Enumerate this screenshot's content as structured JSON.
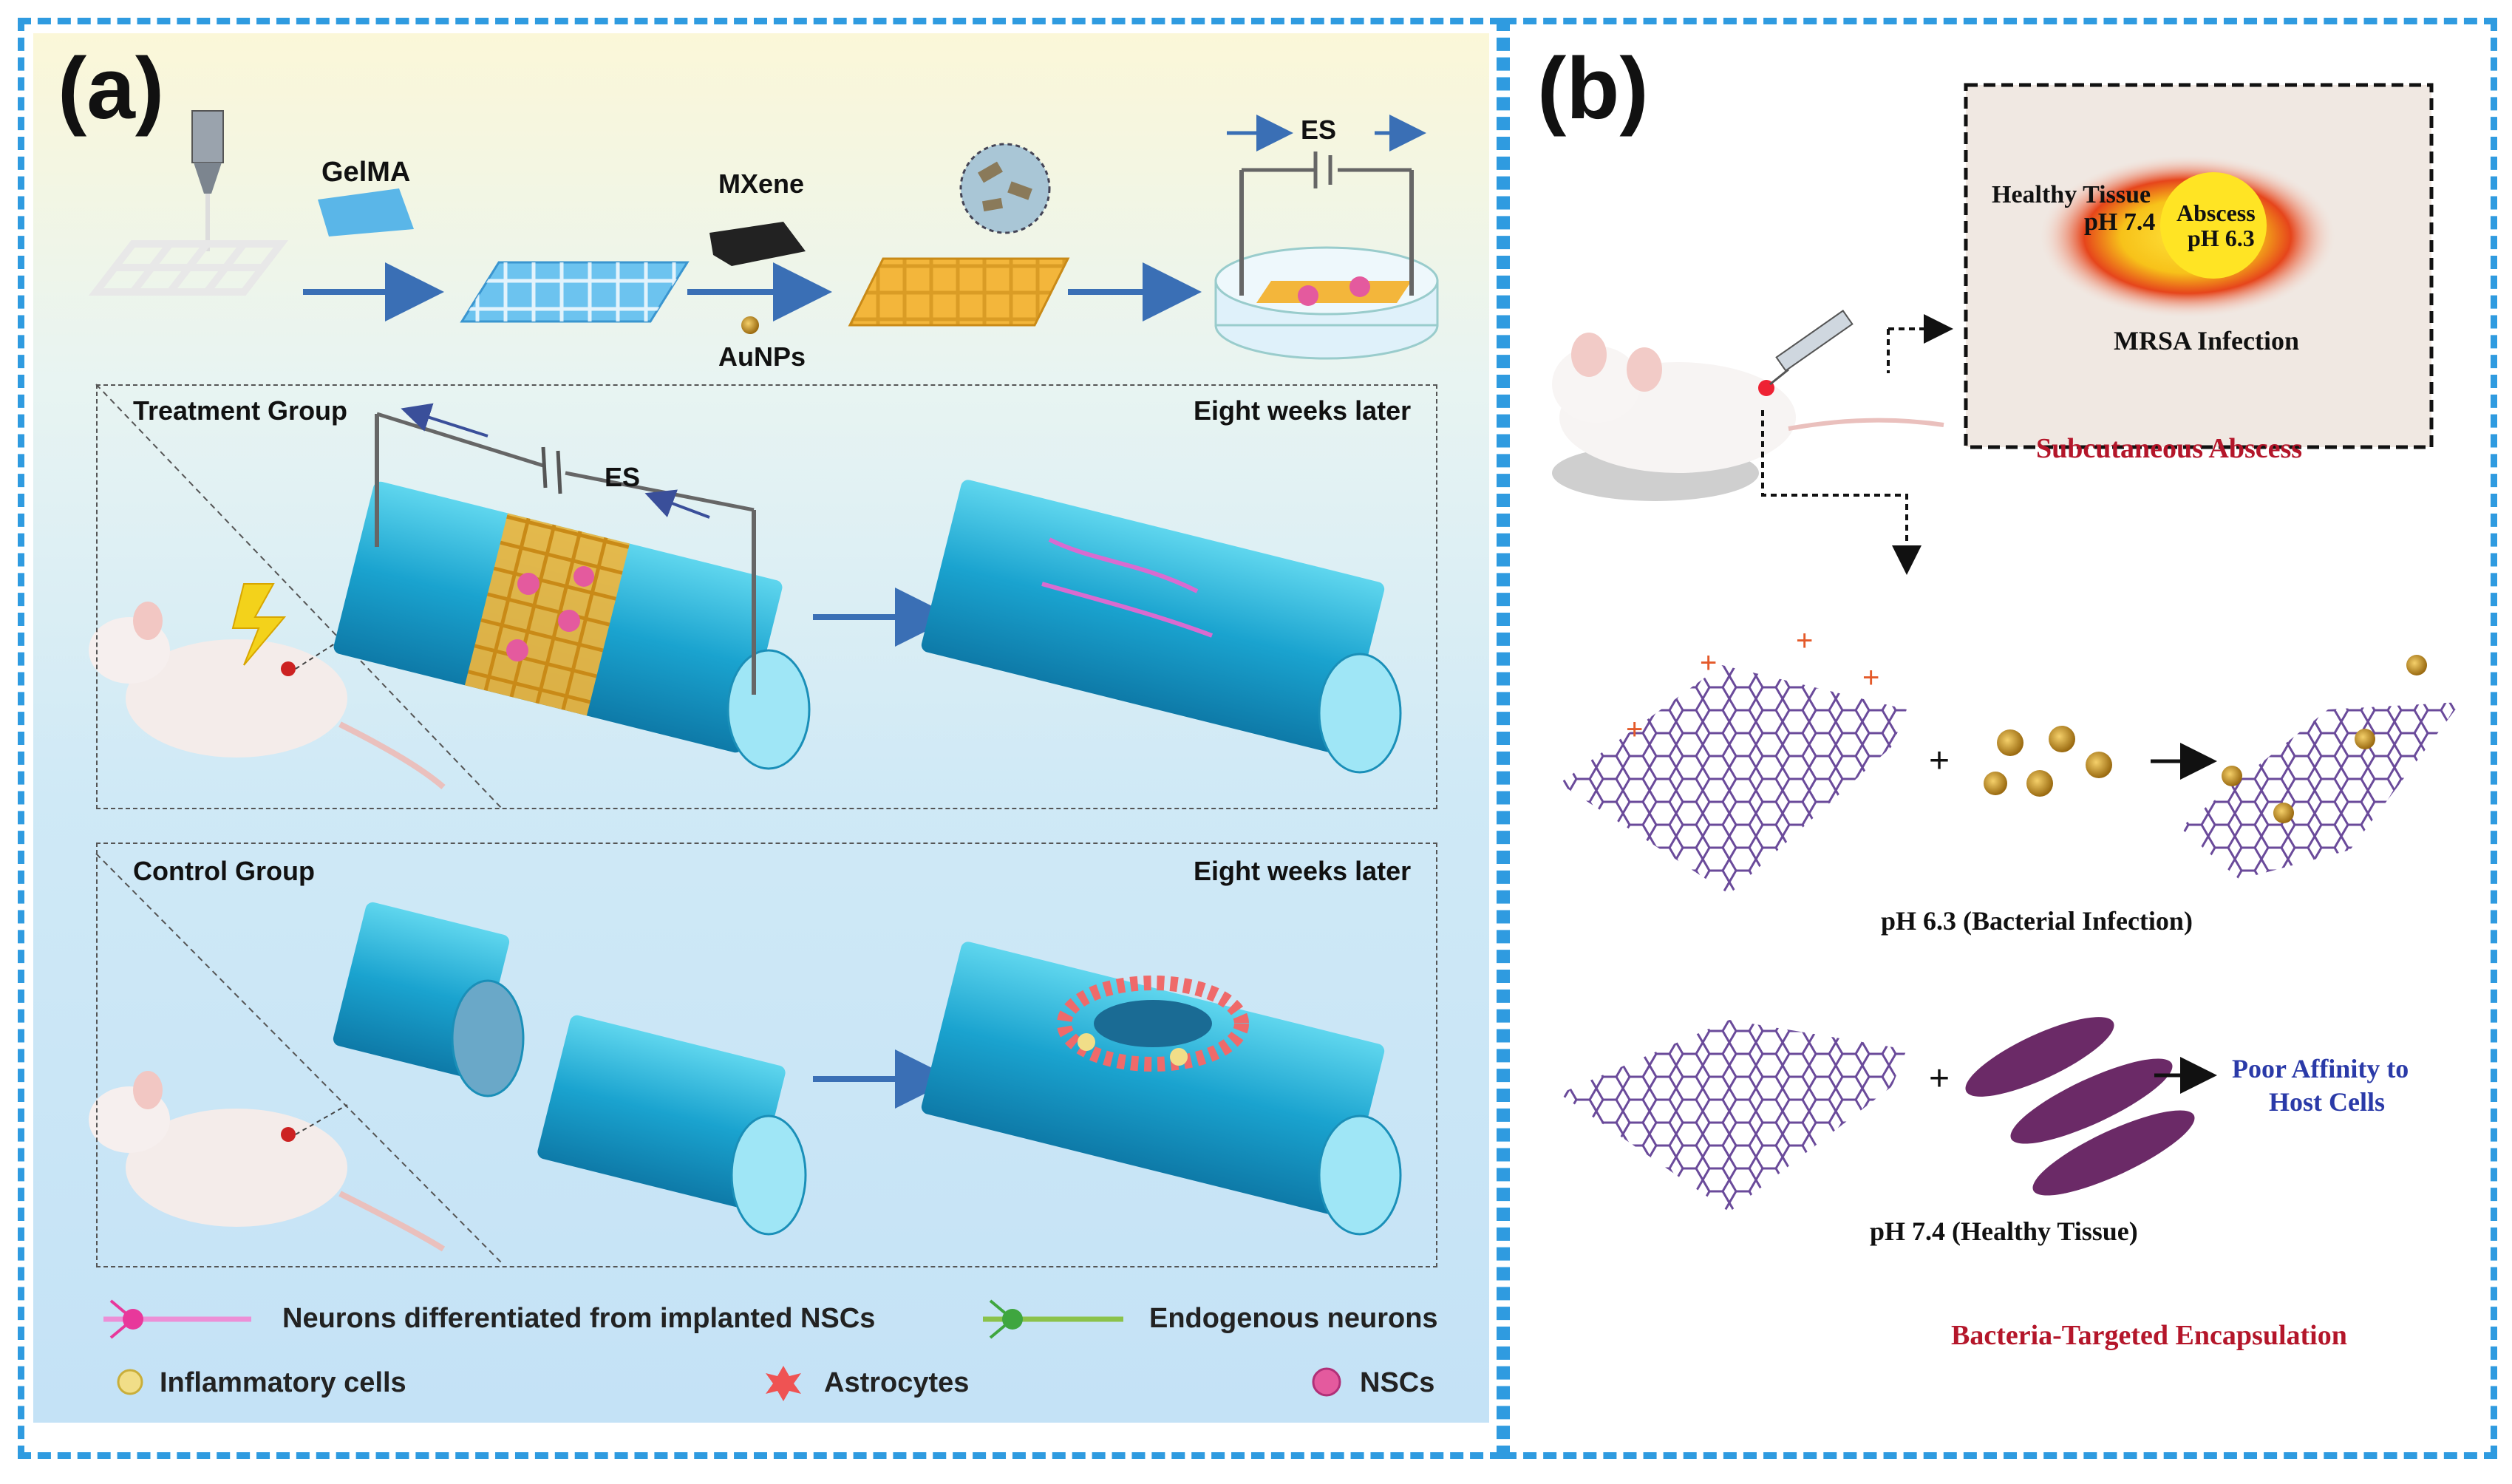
{
  "panel_a": {
    "letter": "(a)",
    "fabrication": {
      "gelma": "GelMA",
      "mxene": "MXene",
      "aunps": "AuNPs",
      "es": "ES"
    },
    "treatment": {
      "title": "Treatment Group",
      "later": "Eight weeks later",
      "es": "ES"
    },
    "control": {
      "title": "Control Group",
      "later": "Eight weeks later"
    },
    "legend": {
      "neurons_nsc": "Neurons differentiated from implanted NSCs",
      "endogenous": "Endogenous neurons",
      "inflammatory": "Inflammatory cells",
      "astrocytes": "Astrocytes",
      "nscs": "NSCs"
    }
  },
  "panel_b": {
    "letter": "(b)",
    "inset": {
      "healthy_tissue": "Healthy Tissue",
      "ph74": "pH 7.4",
      "abscess": "Abscess",
      "ph63": "pH 6.3",
      "mrsa": "MRSA Infection"
    },
    "subcutaneous": "Subcutaneous Abscess",
    "ph63_caption": "pH 6.3 (Bacterial Infection)",
    "ph74_caption": "pH 7.4 (Healthy Tissue)",
    "poor_affinity_1": "Poor Affinity to",
    "poor_affinity_2": "Host Cells",
    "encapsulation": "Bacteria-Targeted Encapsulation"
  },
  "colors": {
    "dash_border": "#2f9be0",
    "scaffold_yellow": "#f3b63b",
    "spinal_blue": "#2ab8d8",
    "arrow_blue": "#3a6fb5",
    "graphene_purple": "#6a4a9a",
    "dark_red_text": "#b4162a",
    "blue_text": "#2a3aa8"
  }
}
